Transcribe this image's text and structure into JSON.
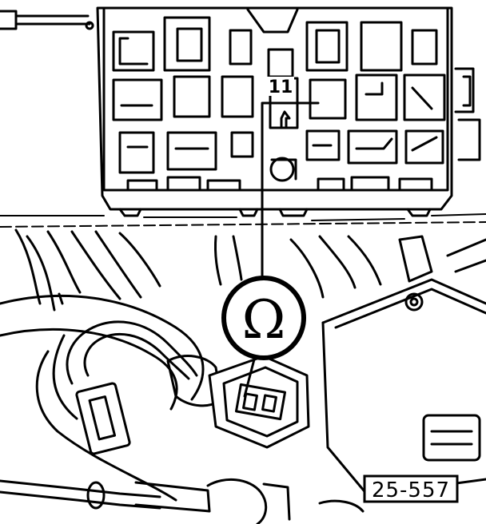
{
  "diagram": {
    "terminal_label": "11",
    "meter_symbol": "Ω",
    "figure_ref": "25-557"
  }
}
